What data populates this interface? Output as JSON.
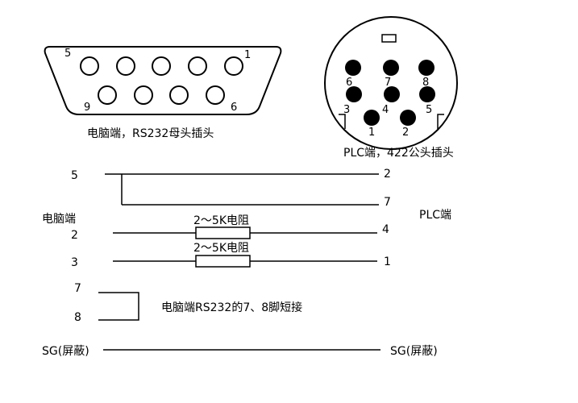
{
  "db9": {
    "pins_top_left": "5",
    "pins_top_right": "1",
    "pins_bottom_left": "9",
    "pins_bottom_right": "6",
    "caption": "电脑端，RS232母头插头"
  },
  "din8": {
    "pins": [
      "6",
      "7",
      "8",
      "3",
      "4",
      "5",
      "1",
      "2"
    ],
    "caption": "PLC端，422公头插头"
  },
  "wiring": {
    "pc_side_label": "电脑端",
    "plc_side_label": "PLC端",
    "pc_pin_5": "5",
    "plc_pin_2": "2",
    "plc_pin_7": "7",
    "pc_pin_2": "2",
    "plc_pin_4": "4",
    "resistor_1_label": "2～5K电阻",
    "pc_pin_3": "3",
    "plc_pin_1": "1",
    "resistor_2_label": "2～5K电阻",
    "short_pin_7": "7",
    "short_pin_8": "8",
    "short_note": "电脑端RS232的7、8脚短接",
    "sg_left": "SG(屏蔽)",
    "sg_right": "SG(屏蔽)"
  }
}
